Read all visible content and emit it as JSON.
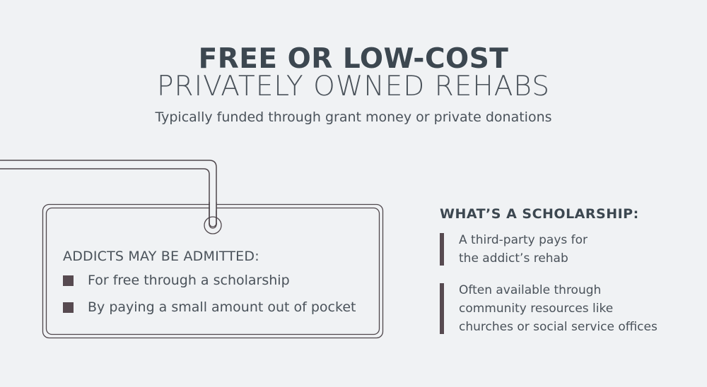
{
  "header": {
    "title_line1": "FREE OR LOW-COST",
    "title_line2": "PRIVATELY OWNED REHABS",
    "subtitle": "Typically funded through grant money or private donations"
  },
  "tag_box": {
    "heading": "ADDICTS MAY BE ADMITTED:",
    "bullets": [
      "For free through a scholarship",
      "By paying a small amount out of pocket"
    ]
  },
  "scholarship": {
    "title": "WHAT’S A SCHOLARSHIP:",
    "items": [
      {
        "lines": [
          "A third-party pays for",
          "the addict’s rehab"
        ]
      },
      {
        "lines": [
          "Often available through",
          "community resources like",
          "churches or social service offices"
        ]
      }
    ]
  },
  "colors": {
    "background": "#f0f2f4",
    "title": "#3c4750",
    "text": "#4a525a",
    "accent": "#574a50"
  }
}
